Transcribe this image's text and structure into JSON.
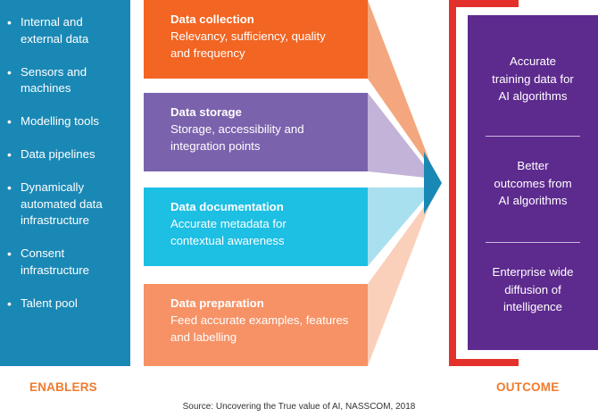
{
  "enablers": {
    "items": [
      "Internal and external data",
      "Sensors and machines",
      "Modelling tools",
      "Data pipelines",
      "Dynamically automated data infrastructure",
      "Consent infrastructure",
      "Talent pool"
    ],
    "label": "ENABLERS"
  },
  "stages": [
    {
      "title": "Data collection",
      "text": "Relevancy, sufficiency, quality and frequency",
      "color": "#f26522"
    },
    {
      "title": "Data storage",
      "text": "Storage, accessibility and integration points",
      "color": "#7b62ad"
    },
    {
      "title": "Data documentation",
      "text": "Accurate metadata for contextual awareness",
      "color": "#1dbfe3"
    },
    {
      "title": "Data preparation",
      "text": "Feed accurate examples, features and labelling",
      "color": "#f69266"
    }
  ],
  "funnel_colors": [
    "#f4a77e",
    "#c3b3d8",
    "#a8e0ef",
    "#fad0bb"
  ],
  "arrow_color": "#1a88b5",
  "outcome": {
    "items": [
      "Accurate training data for AI algorithms",
      "Better outcomes from AI algorithms",
      "Enterprise wide diffusion of intelligence"
    ],
    "label": "OUTCOME"
  },
  "source": "Source: Uncovering the True value of AI, NASSCOM, 2018"
}
